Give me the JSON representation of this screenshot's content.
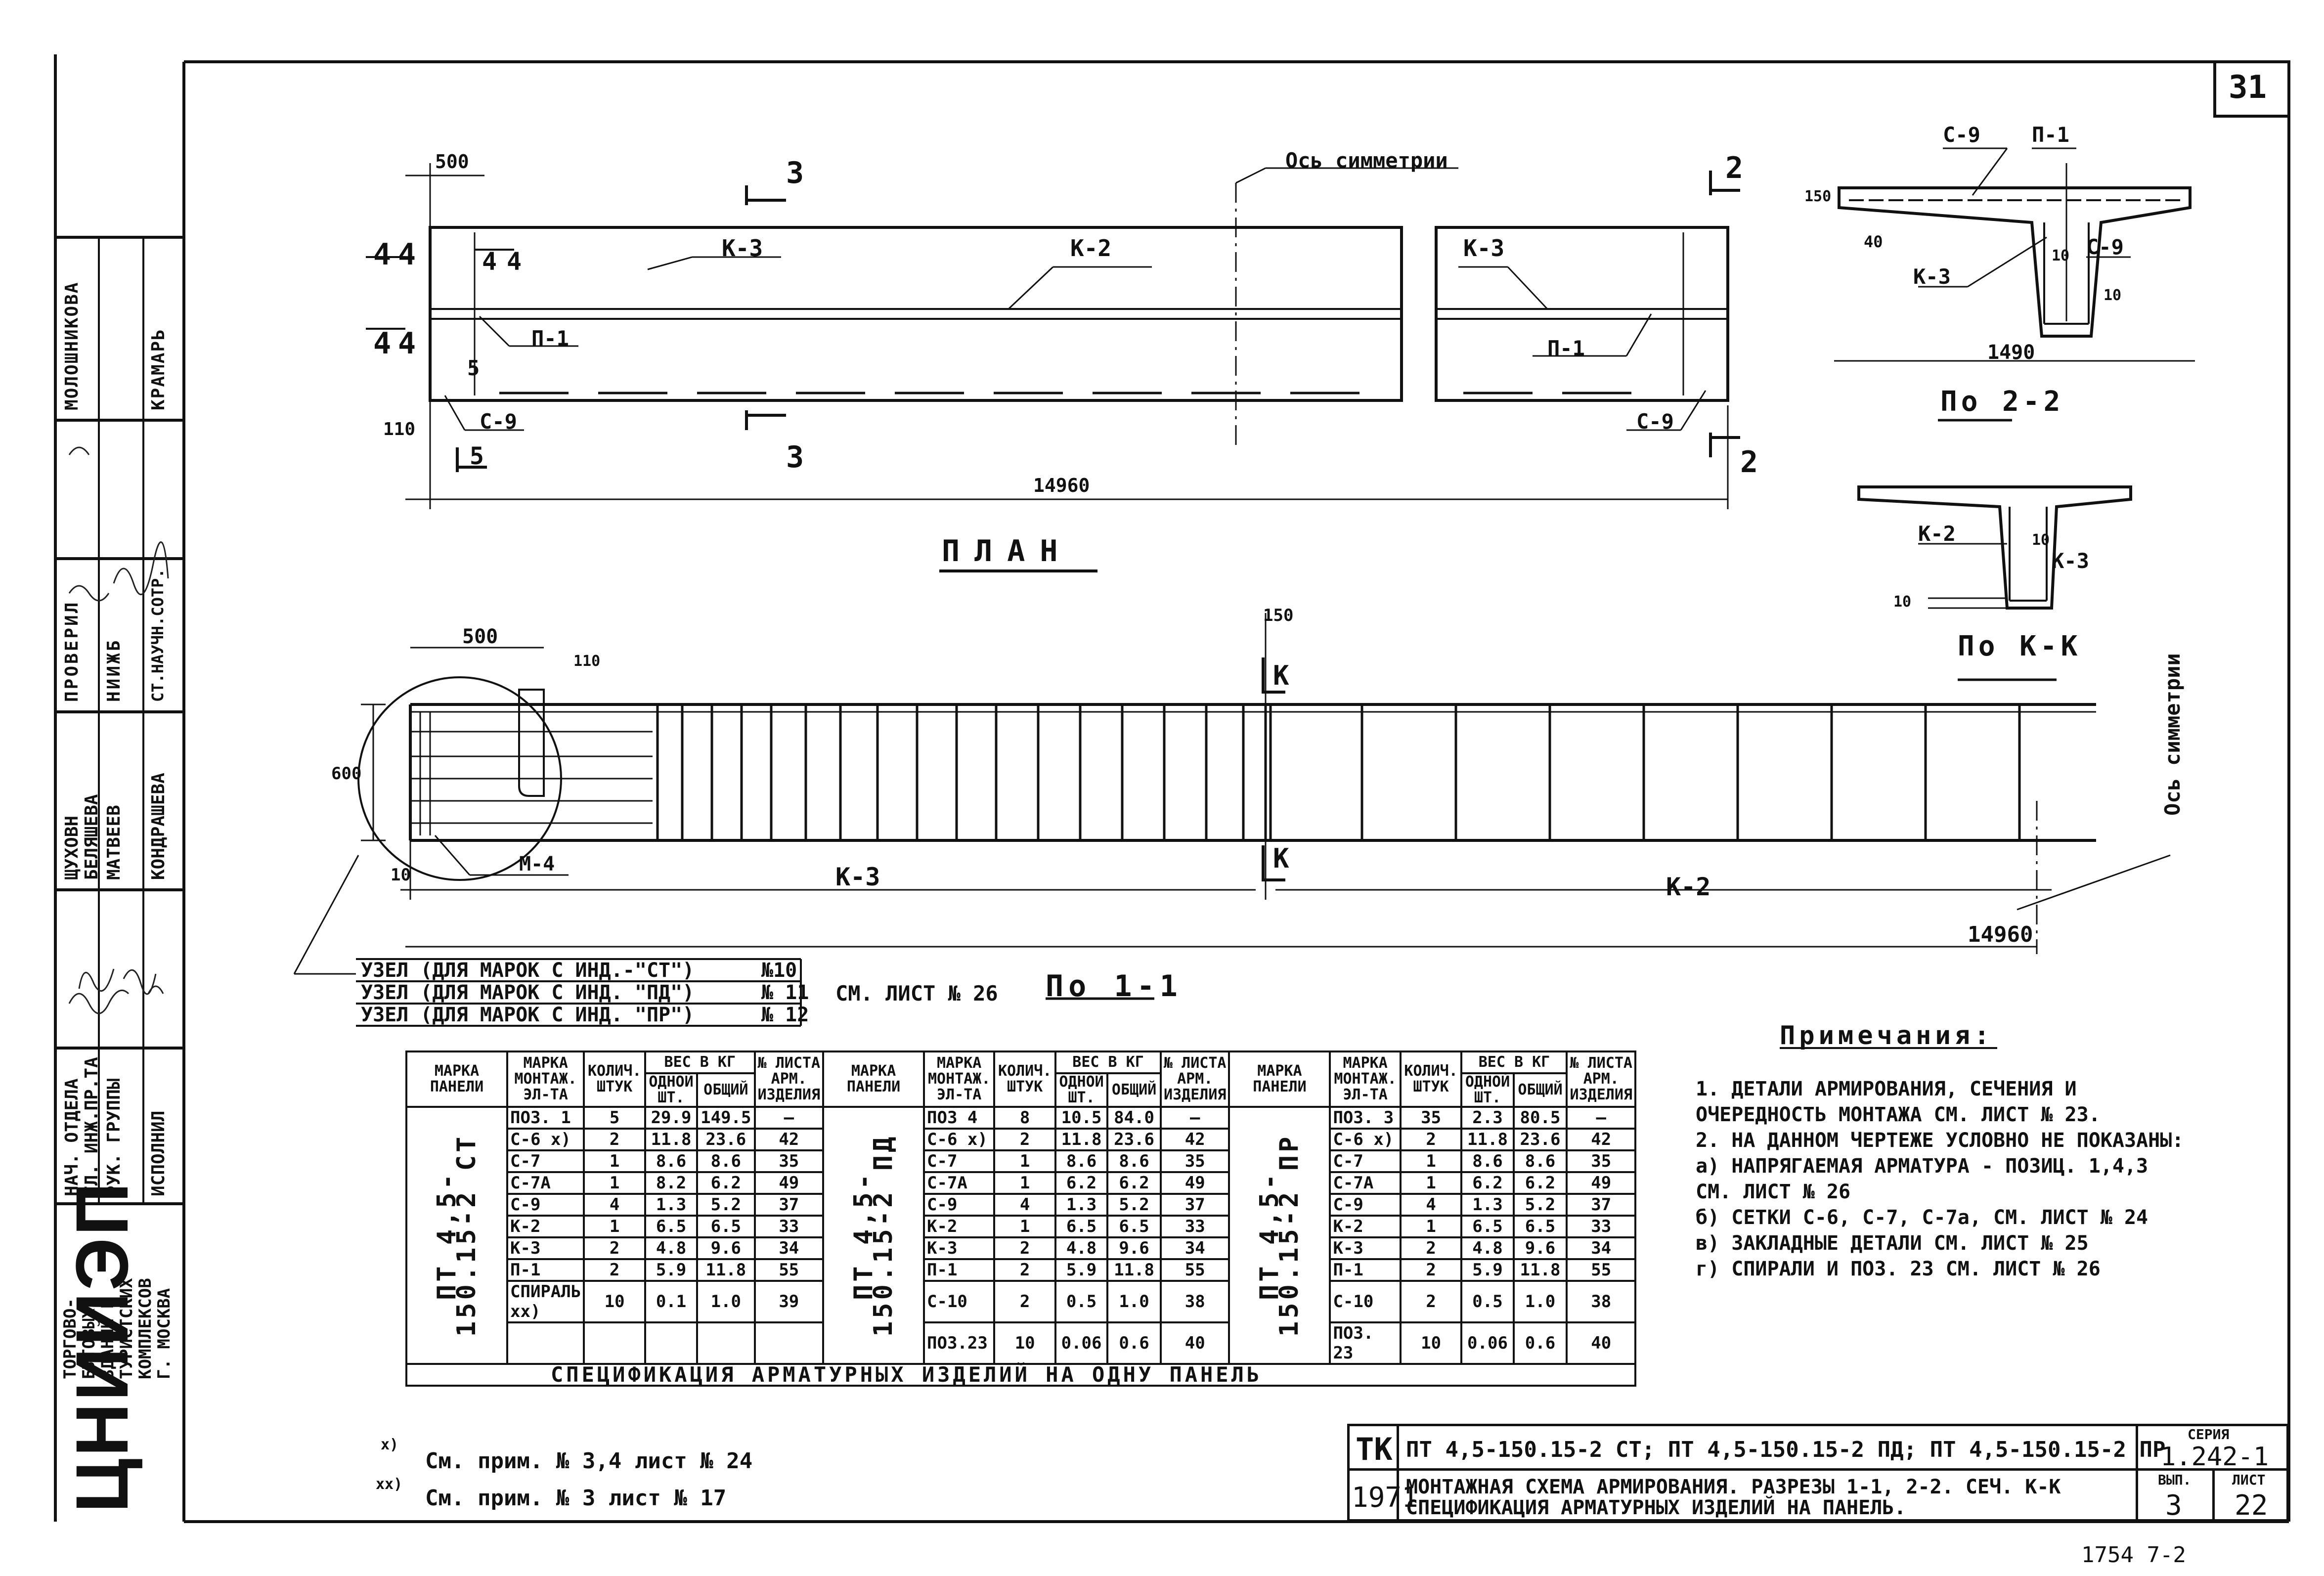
{
  "sheet_number": "31",
  "stamp": {
    "logo": "ЦНИИЭП",
    "org_lines": [
      "ТОРГОВО-",
      "БЫТОВЫХ",
      "ЗДАНИЙ И",
      "ТУРИСТСКИХ",
      "КОМПЛЕКСОВ",
      "Г. МОСКВА"
    ],
    "roles": [
      "НАЧ. ОТДЕЛА",
      "ГЛ. ИНЖ.ПР.ТА",
      "РУК. ГРУППЫ",
      "ИСПОЛНИЛ"
    ],
    "names": [
      "ЩУХОВН",
      "БЕЛЯШЕВА",
      "МАТВЕЕВ",
      "КОНДРАШЕВА"
    ],
    "check_header": "ПРОВЕРИЛ",
    "check_org": "НИИЖБ",
    "check_role": "СТ.НАУЧН.СОТР.",
    "check_names": [
      "МОЛОШНИКОВА",
      "КРАМАРЬ"
    ]
  },
  "plan": {
    "title": "ПЛАН",
    "dims": {
      "left": "500",
      "total": "14960",
      "edge": "110"
    },
    "labels": {
      "axis": "Ось симметрии",
      "k3": "К-3",
      "k2": "К-2",
      "k3b": "К-3",
      "p1": "П-1",
      "p1b": "П-1",
      "c9": "С-9",
      "c9b": "С-9",
      "s3": "3",
      "s3b": "3",
      "s2": "2",
      "s2b": "2",
      "s5": "5",
      "s5b": "5",
      "s44": "4",
      "s44b": "4",
      "s4a": "4",
      "s4b": "4",
      "s4c": "4",
      "s4d": "4"
    }
  },
  "section22": {
    "title": "По 2-2",
    "labels": {
      "c9a": "С-9",
      "p1": "П-1",
      "c9b": "С-9",
      "k3": "К-3",
      "d150": "150",
      "d40": "40",
      "d10a": "10",
      "d10b": "10",
      "d1490": "1490"
    }
  },
  "sectionKK": {
    "title": "По К-К",
    "labels": {
      "k2": "К-2",
      "k3": "К-3",
      "d10a": "10",
      "d10b": "10"
    }
  },
  "section11": {
    "title": "По 1-1",
    "labels": {
      "d500": "500",
      "d110": "110",
      "d150": "150",
      "d600": "600",
      "d10": "10",
      "m4": "М-4",
      "k3": "К-3",
      "k2": "К-2",
      "d14960": "14960",
      "kk1": "К",
      "kk2": "К",
      "axis": "Ось симметрии"
    }
  },
  "nodes": {
    "rows": [
      {
        "text": "УЗЕЛ  (ДЛЯ  МАРОК  С ИНД.-\"СТ\")",
        "sheet": "№10"
      },
      {
        "text": "УЗЕЛ  (ДЛЯ  МАРОК  С ИНД. \"ПД\")",
        "sheet": "№ 11"
      },
      {
        "text": "УЗЕЛ  (ДЛЯ  МАРОК  С ИНД. \"ПР\")",
        "sheet": "№ 12"
      }
    ],
    "ref": "СМ. ЛИСТ № 26"
  },
  "notes": {
    "title": "Примечания:",
    "lines": [
      "1. ДЕТАЛИ АРМИРОВАНИЯ, СЕЧЕНИЯ И",
      "   ОЧЕРЕДНОСТЬ  МОНТАЖА  СМ. ЛИСТ  № 23.",
      "2. НА ДАННОМ ЧЕРТЕЖЕ УСЛОВНО НЕ ПОКАЗАНЫ:",
      "  а) НАПРЯГАЕМАЯ АРМАТУРА - ПОЗИЦ. 1,4,3",
      "     СМ. ЛИСТ  № 26",
      "  б) СЕТКИ  С-6, С-7, С-7а, СМ. ЛИСТ  № 24",
      "  в) ЗАКЛАДНЫЕ ДЕТАЛИ СМ. ЛИСТ № 25",
      "  г) СПИРАЛИ И ПОЗ. 23 СМ. ЛИСТ № 26"
    ]
  },
  "spec": {
    "caption": "СПЕЦИФИКАЦИЯ    АРМАТУРНЫХ    ИЗДЕЛИЙ    НА   ОДНУ   ПАНЕЛЬ",
    "headers": {
      "panel": "МАРКА ПАНЕЛИ",
      "element": "МАРКА МОНТАЖ. ЭЛ-ТА",
      "qty": "КОЛИЧ. ШТУК",
      "weight": "ВЕС В КГ",
      "one": "ОДНОЙ ШТ.",
      "total": "ОБЩИЙ",
      "sheet": "№ ЛИСТА АРМ. ИЗДЕЛИЯ"
    },
    "groups": [
      {
        "panel": "ПТ 4,5-150.15-2 СТ",
        "rows": [
          [
            "ПОЗ. 1",
            "5",
            "29.9",
            "149.5",
            "—"
          ],
          [
            "С-6 x)",
            "2",
            "11.8",
            "23.6",
            "42"
          ],
          [
            "С-7",
            "1",
            "8.6",
            "8.6",
            "35"
          ],
          [
            "С-7А",
            "1",
            "8.2",
            "6.2",
            "49"
          ],
          [
            "С-9",
            "4",
            "1.3",
            "5.2",
            "37"
          ],
          [
            "К-2",
            "1",
            "6.5",
            "6.5",
            "33"
          ],
          [
            "К-3",
            "2",
            "4.8",
            "9.6",
            "34"
          ],
          [
            "П-1",
            "2",
            "5.9",
            "11.8",
            "55"
          ],
          [
            "СПИРАЛЬ xx)",
            "10",
            "0.1",
            "1.0",
            "39"
          ]
        ]
      },
      {
        "panel": "ПТ 4,5-150.15-2 ПД",
        "rows": [
          [
            "ПОЗ 4",
            "8",
            "10.5",
            "84.0",
            "—"
          ],
          [
            "С-6 x)",
            "2",
            "11.8",
            "23.6",
            "42"
          ],
          [
            "С-7",
            "1",
            "8.6",
            "8.6",
            "35"
          ],
          [
            "С-7А",
            "1",
            "6.2",
            "6.2",
            "49"
          ],
          [
            "С-9",
            "4",
            "1.3",
            "5.2",
            "37"
          ],
          [
            "К-2",
            "1",
            "6.5",
            "6.5",
            "33"
          ],
          [
            "К-3",
            "2",
            "4.8",
            "9.6",
            "34"
          ],
          [
            "П-1",
            "2",
            "5.9",
            "11.8",
            "55"
          ],
          [
            "С-10",
            "2",
            "0.5",
            "1.0",
            "38"
          ],
          [
            "ПОЗ.23",
            "10",
            "0.06",
            "0.6",
            "40"
          ]
        ]
      },
      {
        "panel": "ПТ 4,5-150.15-2 ПР",
        "rows": [
          [
            "ПОЗ. 3",
            "35",
            "2.3",
            "80.5",
            "—"
          ],
          [
            "С-6 x)",
            "2",
            "11.8",
            "23.6",
            "42"
          ],
          [
            "С-7",
            "1",
            "8.6",
            "8.6",
            "35"
          ],
          [
            "С-7А",
            "1",
            "6.2",
            "6.2",
            "49"
          ],
          [
            "С-9",
            "4",
            "1.3",
            "5.2",
            "37"
          ],
          [
            "К-2",
            "1",
            "6.5",
            "6.5",
            "33"
          ],
          [
            "К-3",
            "2",
            "4.8",
            "9.6",
            "34"
          ],
          [
            "П-1",
            "2",
            "5.9",
            "11.8",
            "55"
          ],
          [
            "С-10",
            "2",
            "0.5",
            "1.0",
            "38"
          ],
          [
            "ПОЗ. 23",
            "10",
            "0.06",
            "0.6",
            "40"
          ]
        ]
      }
    ]
  },
  "footnotes": {
    "f1_mark": "x)",
    "f1": "См. прим. № 3,4  лист № 24",
    "f2_mark": "xx)",
    "f2": "См. прим. № 3  лист № 17"
  },
  "titleblock": {
    "tk": "ТК",
    "year": "1971",
    "marks": "ПТ 4,5-150.15-2 СТ; ПТ 4,5-150.15-2 ПД; ПТ 4,5-150.15-2 ПР",
    "desc1": "МОНТАЖНАЯ СХЕМА АРМИРОВАНИЯ. РАЗРЕЗЫ 1-1, 2-2. СЕЧ. К-К",
    "desc2": "СПЕЦИФИКАЦИЯ АРМАТУРНЫХ ИЗДЕЛИЙ НА ПАНЕЛЬ.",
    "series_label": "СЕРИЯ",
    "series": "1.242-1",
    "issue_label": "ВЫП.",
    "issue": "3",
    "sheet_label": "ЛИСТ",
    "sheet": "22"
  },
  "bottom_ref": "1754   7-2"
}
